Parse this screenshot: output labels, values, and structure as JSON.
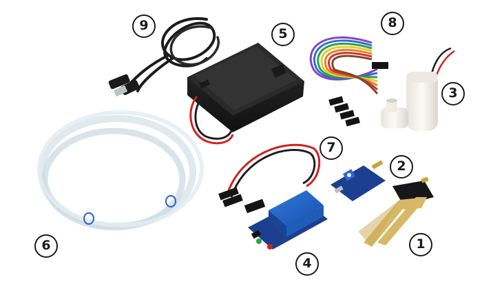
{
  "callouts": {
    "c1": "1",
    "c2": "2",
    "c3": "3",
    "c4": "4",
    "c5": "5",
    "c6": "6",
    "c7": "7",
    "c8": "8",
    "c9": "9"
  },
  "colors": {
    "relay_blue": "#1f63c8",
    "pcb_blue": "#1d3f8f",
    "battery_box": "#1b1b1b",
    "probe_gold": "#d7b866",
    "probe_dark": "#17171a",
    "pump_white": "#f2f1ec",
    "tube_clear": "#d7e3ea",
    "wire_red": "#d02020",
    "wire_black": "#1e1e1e"
  }
}
